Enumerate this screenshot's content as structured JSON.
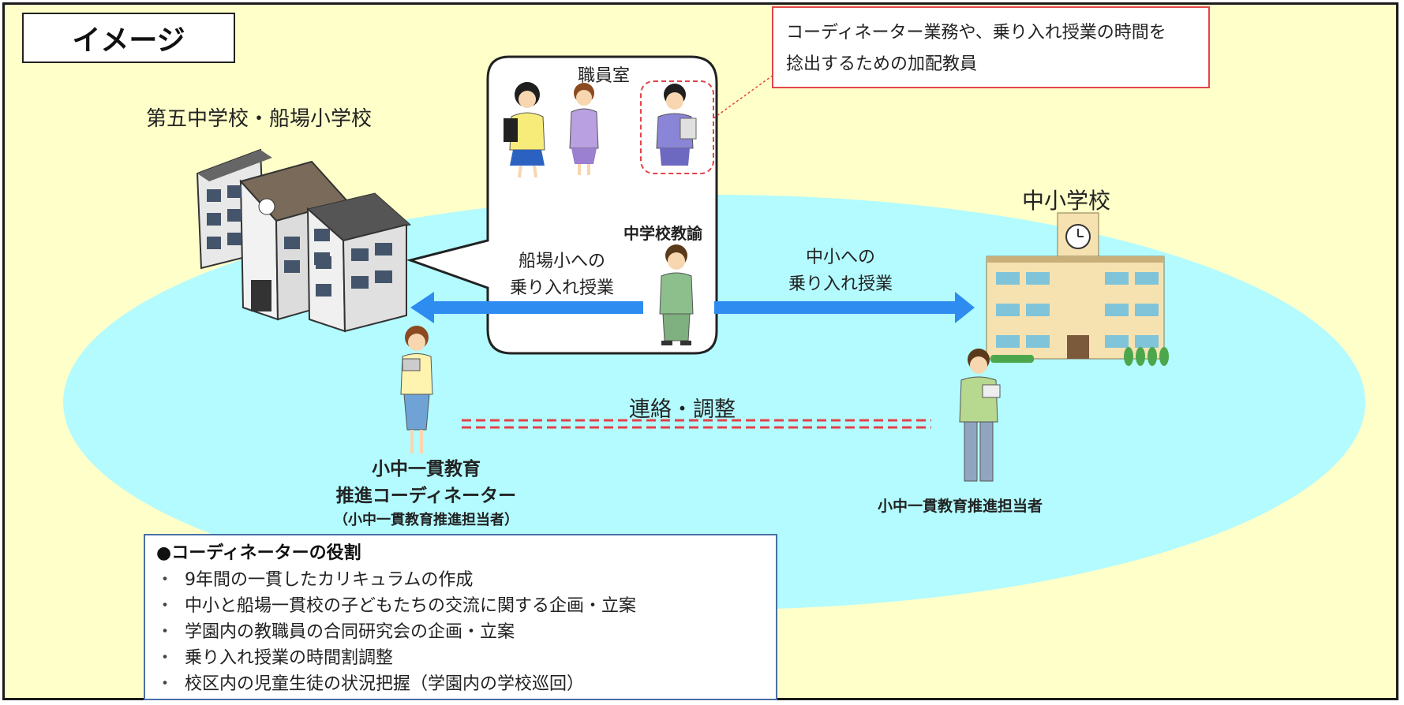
{
  "title": "イメージ",
  "note": {
    "line1": "コーディネーター業務や、乗り入れ授業の時間を",
    "line2": "捻出するための加配教員"
  },
  "labels": {
    "school_left": "第五中学校・船場小学校",
    "school_right": "中小学校",
    "staff_room": "職員室",
    "teacher": "中学校教諭",
    "arrow_left_line1": "船場小への",
    "arrow_left_line2": "乗り入れ授業",
    "arrow_right_line1": "中小への",
    "arrow_right_line2": "乗り入れ授業",
    "contact": "連絡・調整",
    "coordinator_line1": "小中一貫教育",
    "coordinator_line2": "推進コーディネーター",
    "coordinator_line3": "（小中一貫教育推進担当者）",
    "person_right": "小中一貫教育推進担当者"
  },
  "roles": {
    "heading": "●コーディネーターの役割",
    "items": [
      "9年間の一貫したカリキュラムの作成",
      "中小と船場一貫校の子どもたちの交流に関する企画・立案",
      "学園内の教職員の合同研究会の企画・立案",
      "乗り入れ授業の時間割調整",
      "校区内の児童生徒の状況把握（学園内の学校巡回）"
    ]
  },
  "colors": {
    "background": "#ffffc9",
    "ellipse": "#b3fbff",
    "arrow": "#2e8cf0",
    "dashed": "#e3424a",
    "note_border": "#e0464b",
    "roles_border": "#4a6fa5"
  }
}
